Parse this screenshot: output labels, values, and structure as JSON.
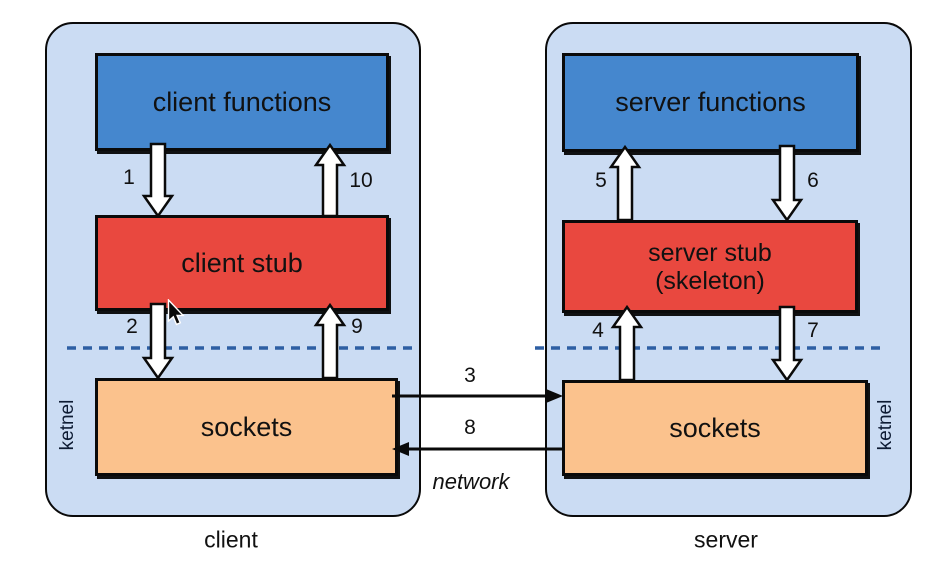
{
  "client": {
    "caption": "client",
    "kernel_label": "ketnel",
    "functions_box": "client functions",
    "stub_box": "client stub",
    "sockets_box": "sockets"
  },
  "server": {
    "caption": "server",
    "kernel_label": "ketnel",
    "functions_box": "server functions",
    "stub_line1": "server stub",
    "stub_line2": "(skeleton)",
    "sockets_box": "sockets"
  },
  "network_label": "network",
  "flows": [
    {
      "label": "1",
      "from": "client functions",
      "to": "client stub",
      "direction": "down"
    },
    {
      "label": "2",
      "from": "client stub",
      "to": "client sockets",
      "direction": "down"
    },
    {
      "label": "3",
      "from": "client sockets",
      "to": "server sockets",
      "direction": "right"
    },
    {
      "label": "4",
      "from": "server sockets",
      "to": "server stub (skeleton)",
      "direction": "up"
    },
    {
      "label": "5",
      "from": "server stub (skeleton)",
      "to": "server functions",
      "direction": "up"
    },
    {
      "label": "6",
      "from": "server functions",
      "to": "server stub (skeleton)",
      "direction": "down"
    },
    {
      "label": "7",
      "from": "server stub (skeleton)",
      "to": "server sockets",
      "direction": "down"
    },
    {
      "label": "8",
      "from": "server sockets",
      "to": "client sockets",
      "direction": "left"
    },
    {
      "label": "9",
      "from": "client sockets",
      "to": "client stub",
      "direction": "up"
    },
    {
      "label": "10",
      "from": "client stub",
      "to": "client functions",
      "direction": "up"
    }
  ],
  "colors": {
    "container": "#cbdcf3",
    "functions_box": "#4587ce",
    "stub_box": "#e9483f",
    "sockets_box": "#fbc28d",
    "dashed_line": "#2e5fa3",
    "border": "#0a0a0a"
  }
}
